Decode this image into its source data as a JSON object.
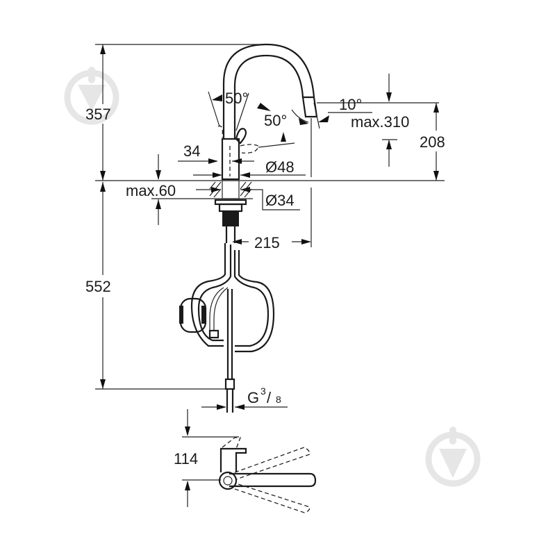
{
  "drawing": {
    "subject": "kitchen faucet dimension drawing",
    "dimensions": {
      "total_height": "357",
      "spout_height": "208",
      "max_deck": "max.60",
      "spout_reach_angle": "10°",
      "max_reach": "max.310",
      "handle_angle_left": "50°",
      "handle_angle_right": "50°",
      "handle_width": "34",
      "base_diameter": "Ø48",
      "hole_diameter": "Ø34",
      "reach": "215",
      "hose_length": "552",
      "connection": "G",
      "connection_num": "3",
      "connection_den": "8",
      "top_view_height": "114"
    },
    "watermarks": [
      "watermark-logo-top-left",
      "watermark-logo-bottom-right"
    ],
    "colors": {
      "line": "#1a1a1a",
      "watermark": "#e6e6e6",
      "background": "#ffffff"
    }
  }
}
